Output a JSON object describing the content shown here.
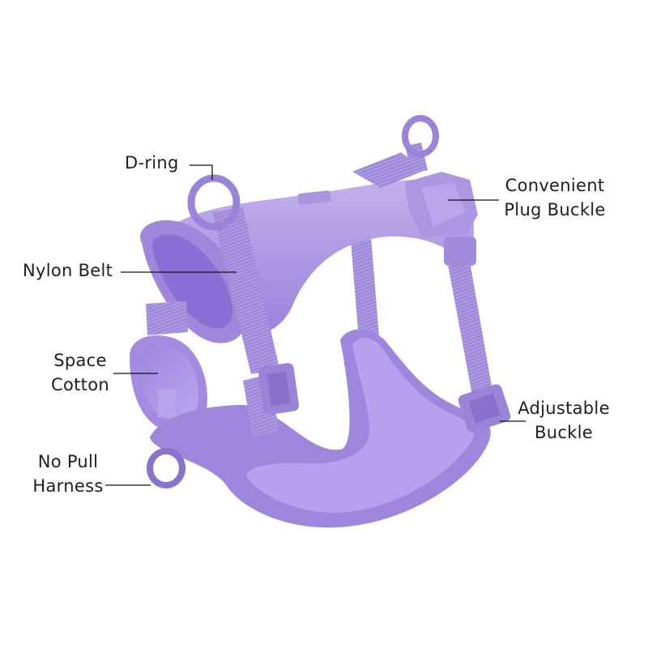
{
  "product": {
    "name": "No Pull Harness",
    "colors": {
      "body_light": "#b7a4e6",
      "body_mid": "#9b84dc",
      "body_dark": "#7d63c7",
      "inner_pad": "#a48ee3",
      "strap": "#a994e0",
      "ring": "#9a84d8",
      "callout_line": "#111111",
      "label_text": "#1e1e1e",
      "background": "#ffffff"
    }
  },
  "callouts": [
    {
      "id": "d-ring",
      "lines": [
        "D-ring"
      ]
    },
    {
      "id": "plug-buckle",
      "lines": [
        "Convenient",
        "Plug Buckle"
      ]
    },
    {
      "id": "nylon-belt",
      "lines": [
        "Nylon Belt"
      ]
    },
    {
      "id": "space-cotton",
      "lines": [
        "Space",
        "Cotton"
      ]
    },
    {
      "id": "no-pull",
      "lines": [
        "No Pull",
        "Harness"
      ]
    },
    {
      "id": "adjustable-buckle",
      "lines": [
        "Adjustable",
        "Buckle"
      ]
    }
  ]
}
